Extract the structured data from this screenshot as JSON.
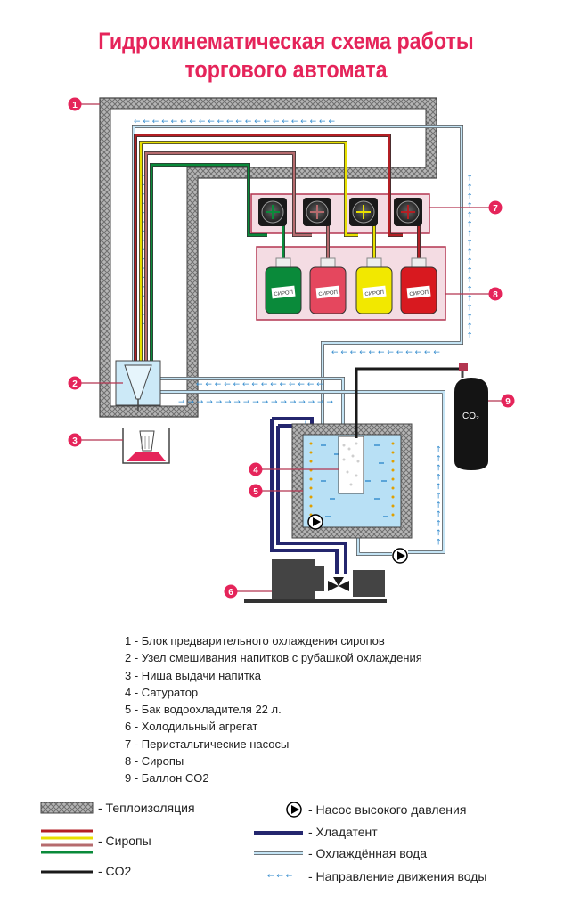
{
  "title_line1": "Гидрокинематическая схема работы",
  "title_line2": "торгового автомата",
  "callouts": [
    "1",
    "2",
    "3",
    "4",
    "5",
    "6",
    "7",
    "8",
    "9"
  ],
  "bottle_label": "СИРОП",
  "cylinder_label": "CO₂",
  "components": [
    "1 - Блок предварительного охлаждения сиропов",
    "2 - Узел смешивания напитков с рубашкой охлаждения",
    "3 - Ниша выдачи напитка",
    "4 - Сатуратор",
    "5 - Бак водоохладителя 22 л.",
    "6 - Холодильный агрегат",
    "7 - Перистальтические насосы",
    "8 - Сиропы",
    "9 - Баллон CO2"
  ],
  "legend": {
    "insulation": "- Теплоизоляция",
    "syrups": "- Сиропы",
    "co2": "- CO2",
    "pump": "- Насос высокого давления",
    "coolant": "- Хладатент",
    "water": "- Охлаждённая вода",
    "direction": "- Направление движения воды"
  },
  "colors": {
    "accent": "#e5245a",
    "insulation": "#8c8c8c",
    "syrup_red": "#b31f24",
    "syrup_pink": "#b66b6e",
    "syrup_yellow": "#e8e000",
    "syrup_green": "#0a8a3a",
    "coolant": "#24266e",
    "water": "#8ec4e2",
    "tank_water": "#b8e0f5"
  }
}
